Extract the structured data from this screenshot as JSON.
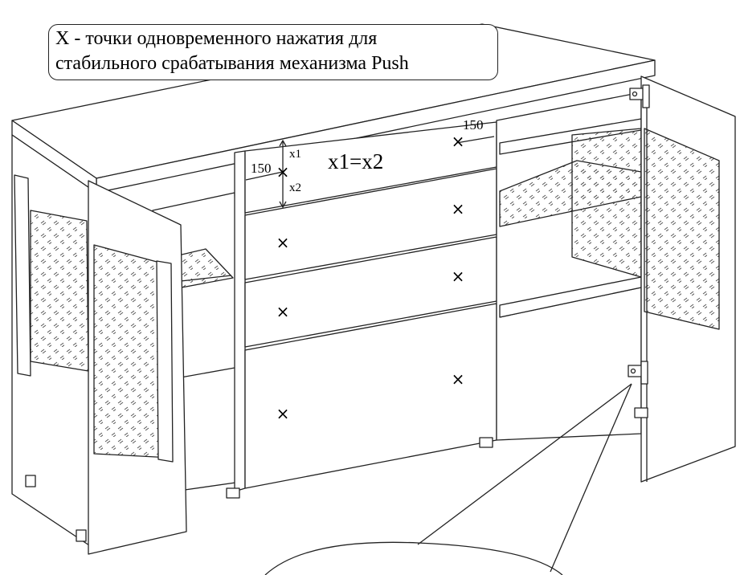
{
  "note": {
    "line1_prefix": "X",
    "line1_rest": " - точки одновременного нажатия для",
    "line2": "стабильного срабатывания механизма Push"
  },
  "dimensions": {
    "offset_left": "150",
    "offset_right": "150",
    "x1_label": "x1",
    "x2_label": "x2",
    "equation": "x1=x2"
  },
  "push_point_symbol": "×",
  "colors": {
    "line": "#222222",
    "pattern": "#555555",
    "background": "#ffffff"
  }
}
